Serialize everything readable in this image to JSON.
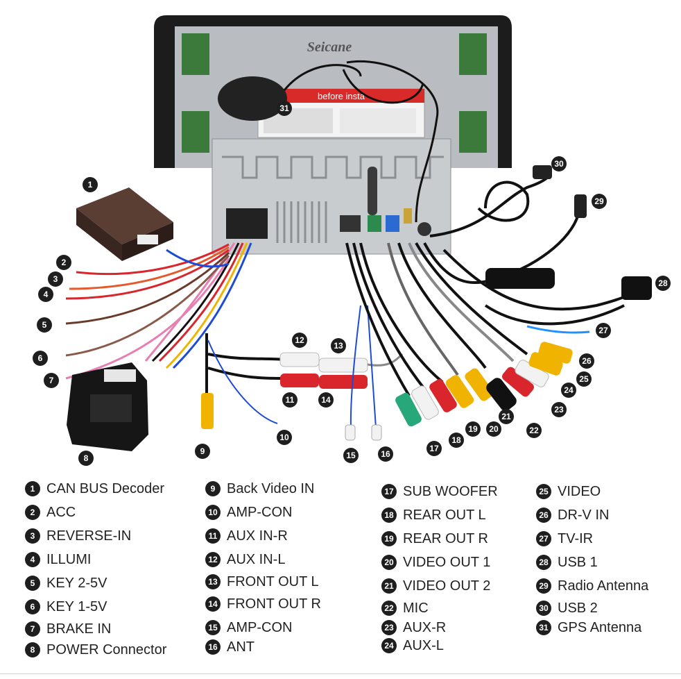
{
  "brand": "Seicane",
  "sticker_text": "before insta",
  "callouts": [
    {
      "n": "1",
      "label": "CAN BUS Decoder"
    },
    {
      "n": "2",
      "label": "ACC"
    },
    {
      "n": "3",
      "label": "REVERSE-IN"
    },
    {
      "n": "4",
      "label": "ILLUMI"
    },
    {
      "n": "5",
      "label": "KEY 2-5V"
    },
    {
      "n": "6",
      "label": "KEY 1-5V"
    },
    {
      "n": "7",
      "label": "BRAKE IN"
    },
    {
      "n": "8",
      "label": "POWER Connector"
    },
    {
      "n": "9",
      "label": "Back Video IN"
    },
    {
      "n": "10",
      "label": "AMP-CON"
    },
    {
      "n": "11",
      "label": "AUX IN-R"
    },
    {
      "n": "12",
      "label": "AUX IN-L"
    },
    {
      "n": "13",
      "label": "FRONT OUT L"
    },
    {
      "n": "14",
      "label": "FRONT OUT R"
    },
    {
      "n": "15",
      "label": "AMP-CON"
    },
    {
      "n": "16",
      "label": "ANT"
    },
    {
      "n": "17",
      "label": "SUB WOOFER"
    },
    {
      "n": "18",
      "label": "REAR OUT L"
    },
    {
      "n": "19",
      "label": "REAR OUT R"
    },
    {
      "n": "20",
      "label": "VIDEO OUT 1"
    },
    {
      "n": "21",
      "label": "VIDEO OUT 2"
    },
    {
      "n": "22",
      "label": "MIC"
    },
    {
      "n": "23",
      "label": "AUX-R"
    },
    {
      "n": "24",
      "label": "AUX-L"
    },
    {
      "n": "25",
      "label": "VIDEO"
    },
    {
      "n": "26",
      "label": "DR-V IN"
    },
    {
      "n": "27",
      "label": "TV-IR"
    },
    {
      "n": "28",
      "label": "USB 1"
    },
    {
      "n": "29",
      "label": "Radio Antenna"
    },
    {
      "n": "30",
      "label": "USB 2"
    },
    {
      "n": "31",
      "label": "GPS Antenna"
    }
  ],
  "colors": {
    "badge": "#1e1e1e",
    "chassis": "#c9cccf",
    "bezel": "#1c1c1c",
    "rca_red": "#d9262c",
    "rca_white": "#f2f2f2",
    "rca_yellow": "#f0b400",
    "rca_green": "#27a87a"
  }
}
